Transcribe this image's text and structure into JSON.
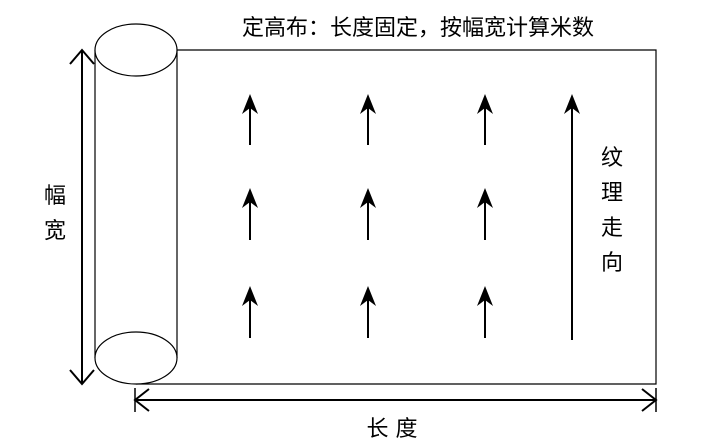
{
  "title": "定高布：长度固定，按幅宽计算米数",
  "width_label": [
    "幅",
    "宽"
  ],
  "length_label": "长 度",
  "grain_label": [
    "纹",
    "理",
    "走",
    "向"
  ],
  "colors": {
    "stroke": "#000000",
    "background": "#ffffff"
  }
}
